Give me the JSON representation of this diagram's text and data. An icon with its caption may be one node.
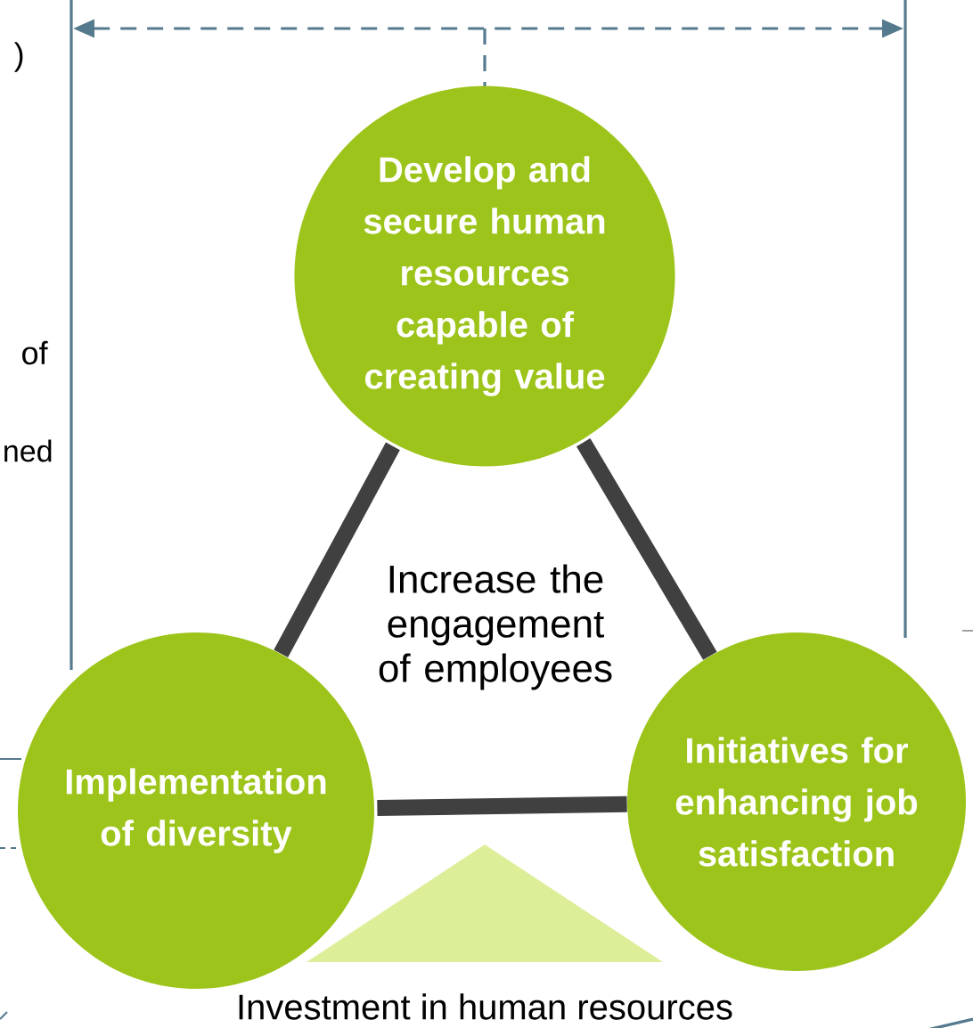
{
  "diagram": {
    "nodes": [
      {
        "text": [
          "Develop and secure human resources capable of creating value"
        ]
      },
      {
        "text": [
          "Implementation of diversity"
        ]
      },
      {
        "text": [
          "Initiatives for enhancing job satisfaction"
        ]
      }
    ],
    "edges": [
      {
        "from": 0,
        "to": 1,
        "arrow": "none"
      },
      {
        "from": 0,
        "to": 2,
        "arrow": "none"
      },
      {
        "from": 1,
        "to": 2,
        "arrow": "none"
      }
    ],
    "labels": [
      ")",
      "of",
      "ned",
      "Increase the engagement of employees",
      "Investment in human resources"
    ]
  }
}
